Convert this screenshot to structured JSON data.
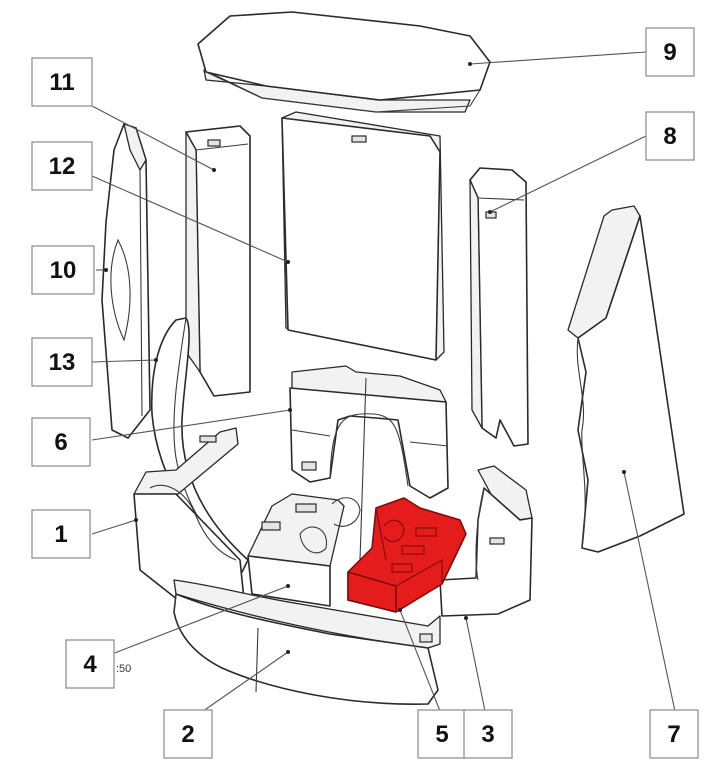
{
  "callouts": {
    "c1": "1",
    "c2": "2",
    "c3": "3",
    "c4": "4",
    "c5": "5",
    "c6": "6",
    "c7": "7",
    "c8": "8",
    "c9": "9",
    "c10": "10",
    "c11": "11",
    "c12": "12",
    "c13": "13"
  },
  "scale_label": ":50",
  "colors": {
    "highlight": "#e51c1c",
    "line": "#2a2a2a",
    "box_border": "#999999"
  }
}
